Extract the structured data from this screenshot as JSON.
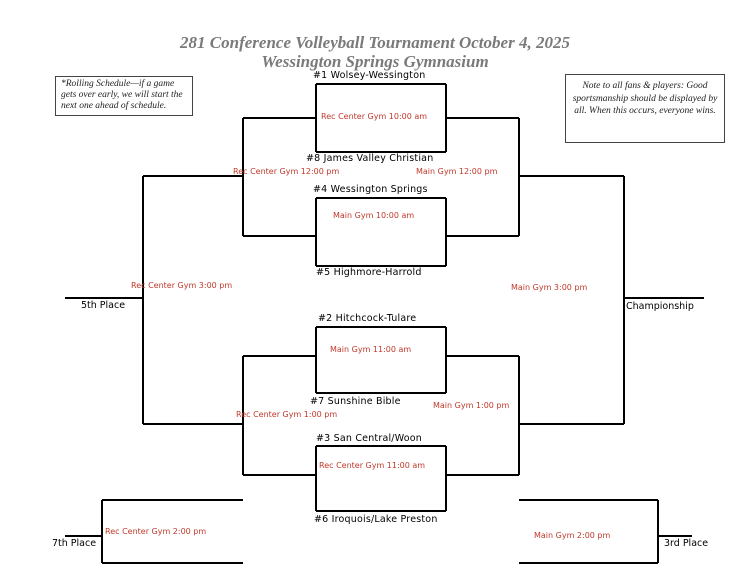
{
  "header": {
    "title_line1": "281 Conference Volleyball Tournament October 4, 2025",
    "title_line2": "Wessington Springs Gymnasium"
  },
  "notes": {
    "rolling": "*Rolling Schedule—if a game gets over early, we will start the next one ahead of schedule.",
    "sportsmanship": "Note to all fans & players: Good sportsmanship should be displayed by all. When this occurs, everyone wins."
  },
  "teams": {
    "seed1": "#1 Wolsey-Wessington",
    "seed8": "#8 James Valley Christian",
    "seed4": "#4 Wessington Springs",
    "seed5": "#5 Highmore-Harrold",
    "seed2": "#2 Hitchcock-Tulare",
    "seed7": "#7 Sunshine Bible",
    "seed3": "#3 San Central/Woon",
    "seed6": "#6 Iroquois/Lake Preston"
  },
  "games": {
    "g1": "Rec Center Gym 10:00 am",
    "g2": "Main Gym 10:00 am",
    "g3": "Main Gym 11:00 am",
    "g4": "Rec Center Gym 11:00 am",
    "g5": "Rec Center Gym 12:00 pm",
    "g6": "Main Gym 12:00 pm",
    "g7": "Rec Center Gym 1:00 pm",
    "g8": "Main Gym 1:00 pm",
    "g9": "Rec Center Gym 3:00 pm",
    "g10": "Main Gym 3:00 pm",
    "g11": "Rec Center Gym 2:00 pm",
    "g12": "Main Gym 2:00 pm"
  },
  "places": {
    "fifth": "5th Place",
    "championship": "Championship",
    "seventh": "7th Place",
    "third": "3rd Place"
  }
}
